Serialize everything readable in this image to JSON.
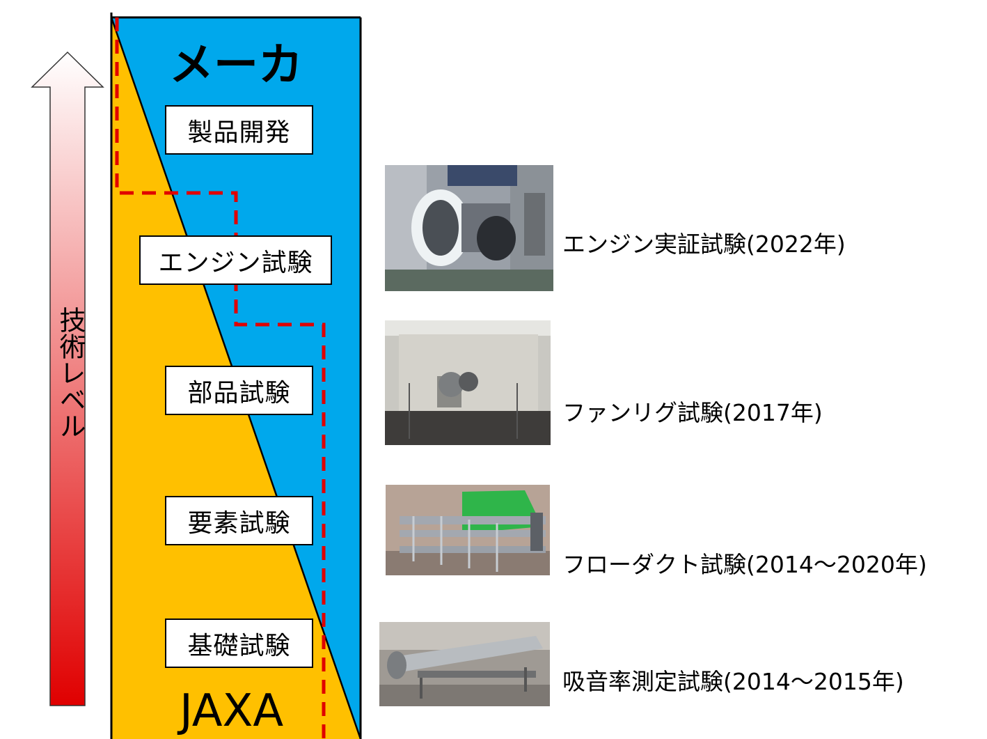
{
  "colors": {
    "maker_region": "#00A8EC",
    "jaxa_region": "#FFC000",
    "boundary_line": "#000000",
    "dashed_line": "#E00000",
    "arrow_top": "#FFFFFF",
    "arrow_bottom": "#E00000"
  },
  "axis": {
    "label": "技術レベル",
    "direction": "up"
  },
  "regions": {
    "maker": "メーカ",
    "jaxa": "JAXA"
  },
  "stages": [
    {
      "label": "製品開発"
    },
    {
      "label": "エンジン試験"
    },
    {
      "label": "部品試験"
    },
    {
      "label": "要素試験"
    },
    {
      "label": "基礎試験"
    }
  ],
  "tests": [
    {
      "label": "エンジン実証試験(2022年)",
      "photo": "engine-test-photo"
    },
    {
      "label": "ファンリグ試験(2017年)",
      "photo": "fan-rig-photo"
    },
    {
      "label": "フローダクト試験(2014～2020年)",
      "photo": "flow-duct-photo"
    },
    {
      "label": "吸音率測定試験(2014～2015年)",
      "photo": "absorption-test-photo"
    }
  ]
}
